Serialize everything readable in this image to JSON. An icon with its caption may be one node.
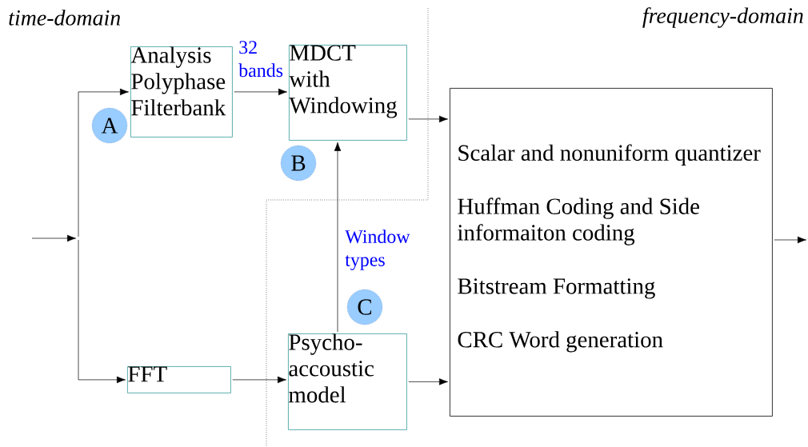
{
  "diagram": {
    "nodes": [
      {
        "text": [
          "Analysis Polyphase Filterbank"
        ]
      },
      {
        "text": [
          "MDCT with Windowing"
        ]
      },
      {
        "text": [
          "FFT"
        ]
      },
      {
        "text": [
          "Psycho-accoustic model"
        ]
      },
      {
        "text": [
          "Scalar and nonuniform quantizer",
          "Huffman Coding and Side informaiton coding",
          "Bitstream Formatting",
          "CRC Word generation"
        ]
      },
      {
        "text": [
          "A"
        ]
      },
      {
        "text": [
          "B"
        ]
      },
      {
        "text": [
          "C"
        ]
      }
    ],
    "edges": [
      {
        "from": null,
        "to": 0,
        "arrow": "to"
      },
      {
        "from": null,
        "to": 2,
        "arrow": "to"
      },
      {
        "from": 0,
        "to": 1,
        "arrow": "to",
        "label": "32 bands"
      },
      {
        "from": 1,
        "to": 4,
        "arrow": "to"
      },
      {
        "from": 3,
        "to": 1,
        "arrow": "to",
        "label": "Window types"
      },
      {
        "from": 2,
        "to": 3,
        "arrow": "to"
      },
      {
        "from": 3,
        "to": 4,
        "arrow": "to"
      },
      {
        "from": 4,
        "to": null,
        "arrow": "to"
      }
    ],
    "labels": [
      "time-domain",
      "frequency-domain"
    ]
  }
}
